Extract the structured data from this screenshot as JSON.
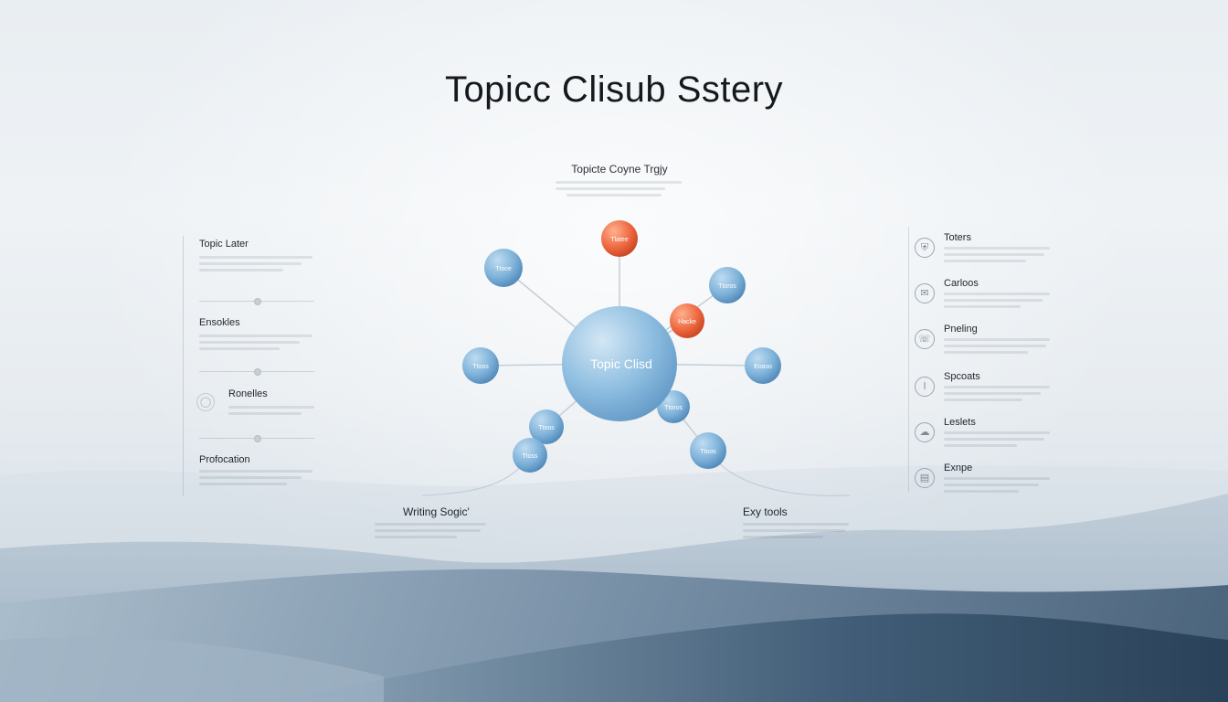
{
  "title": "Topicc Clisub Sstery",
  "center_heading": "Topicte Coyne Trgjy",
  "center_node": "Topic Clisd",
  "nodes": [
    {
      "label": "Tlatee",
      "color": "#e8623c"
    },
    {
      "label": "Ttoce",
      "color": "#7eb2d9"
    },
    {
      "label": "Ttoros",
      "color": "#7eb2d9"
    },
    {
      "label": "Hacke",
      "color": "#e8623c"
    },
    {
      "label": "Ttoos",
      "color": "#7eb2d9"
    },
    {
      "label": "Eoaso",
      "color": "#7eb2d9"
    },
    {
      "label": "Ttoos",
      "color": "#7eb2d9"
    },
    {
      "label": "Ttoros",
      "color": "#7eb2d9"
    },
    {
      "label": "Ttoss",
      "color": "#7eb2d9"
    }
  ],
  "left_items": [
    "Topic Later",
    "Ensokles",
    "Ronelles",
    "Profocation"
  ],
  "right_items": [
    {
      "label": "Toters",
      "icon": "shield-icon"
    },
    {
      "label": "Carloos",
      "icon": "envelope-icon"
    },
    {
      "label": "Pneling",
      "icon": "chat-icon"
    },
    {
      "label": "Spcoats",
      "icon": "circle-icon"
    },
    {
      "label": "Leslets",
      "icon": "cloud-icon"
    },
    {
      "label": "Exnpe",
      "icon": "document-icon"
    }
  ],
  "bottom_left": "Writing Sogic'",
  "bottom_right": "Exy tools",
  "colors": {
    "accent_orange": "#e8623c",
    "accent_blue": "#7eb2d9",
    "dune_dark": "#3f5a72"
  }
}
